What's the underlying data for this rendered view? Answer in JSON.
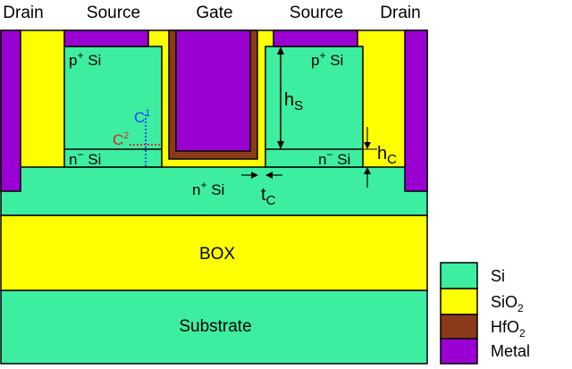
{
  "colors": {
    "si": "#3DEEA0",
    "sio2": "#FFFF00",
    "hfo2": "#8B3A1A",
    "metal": "#9B00D3",
    "outline": "#000000",
    "dim_arrow": "#000000",
    "c1": "#1F3FFF",
    "c2": "#E0202A"
  },
  "top_labels": {
    "drain_left": "Drain",
    "source_left": "Source",
    "gate": "Gate",
    "source_right": "Source",
    "drain_right": "Drain"
  },
  "regions": {
    "p_left": "p",
    "p_right": "p",
    "p_sup": "+",
    "p_suffix": " Si",
    "n_minus_left": "n",
    "n_minus_right": "n",
    "n_minus_sup": "−",
    "n_minus_suffix": " Si",
    "n_plus": "n",
    "n_plus_sup": "+",
    "n_plus_suffix": " Si",
    "box": "BOX",
    "substrate": "Substrate"
  },
  "dimensions": {
    "hs_main": "h",
    "hs_sub": "S",
    "hc_main": "h",
    "hc_sub": "C",
    "tc_main": "t",
    "tc_sub": "C"
  },
  "cuts": {
    "c1_main": "C",
    "c1_sup": "1",
    "c2_main": "C",
    "c2_sup": "2"
  },
  "legend": [
    {
      "label": "Si",
      "color_key": "si"
    },
    {
      "label": "SiO",
      "sub": "2",
      "color_key": "sio2"
    },
    {
      "label": "HfO",
      "sub": "2",
      "color_key": "hfo2"
    },
    {
      "label": "Metal",
      "color_key": "metal"
    }
  ]
}
